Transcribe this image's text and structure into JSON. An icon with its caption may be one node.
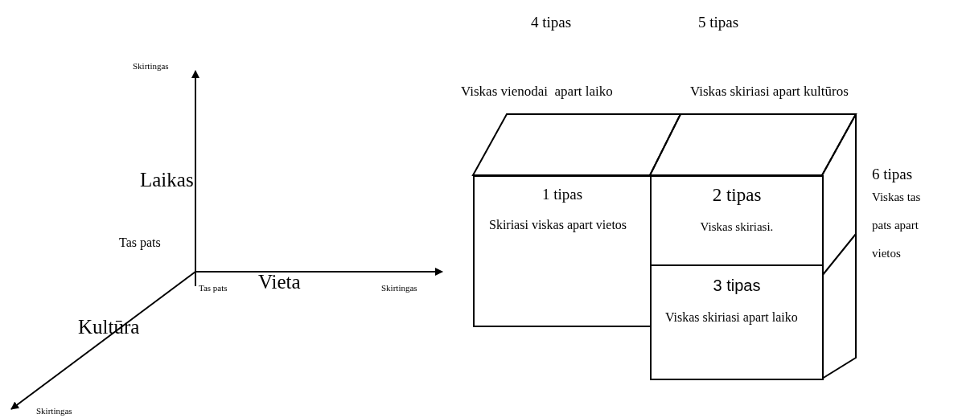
{
  "diagram": {
    "nodes": [
      {
        "text": [
          "1 tipas",
          "Skiriasi viskas apart vietos"
        ]
      },
      {
        "text": [
          "2 tipas",
          "Viskas skiriasi."
        ]
      },
      {
        "text": [
          "3 tipas",
          "Viskas skiriasi apart laiko"
        ]
      }
    ],
    "labels": [
      "4 tipas",
      "5 tipas",
      "Skirtingas",
      "Viskas vienodai  apart laiko",
      "Viskas skiriasi apart kultūros",
      "Laikas",
      "6 tipas",
      "Viskas tas pats apart vietos",
      "Tas pats",
      "Tas pats",
      "Vieta",
      "Skirtingas",
      "Kultūra",
      "Skirtingas"
    ]
  }
}
